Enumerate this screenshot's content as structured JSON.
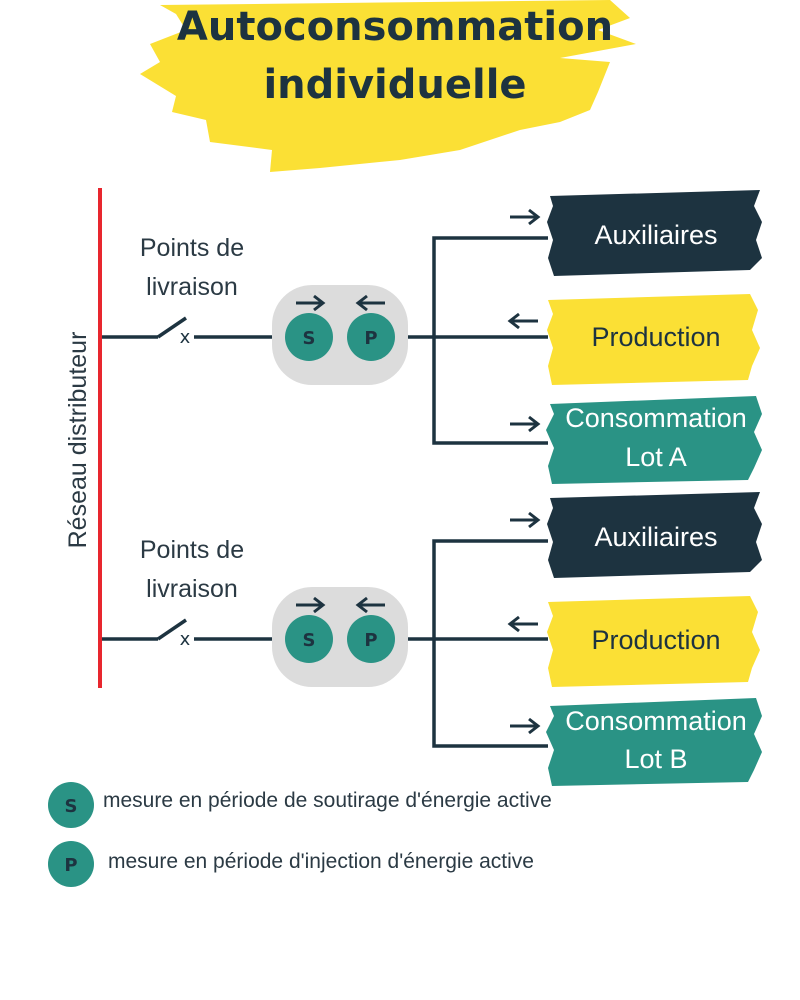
{
  "title": {
    "line1": "Autoconsommation",
    "line2": "individuelle"
  },
  "grid_label": "Réseau distributeur",
  "colors": {
    "title_brush": "#fbe035",
    "grid_line": "#e8262e",
    "wire": "#1d3340",
    "meter_bg": "#dcdcdc",
    "meter": "#2a9385",
    "navy": "#1d3340",
    "yellow": "#fbe035",
    "teal": "#2a9385"
  },
  "blocks": [
    {
      "delivery_label": {
        "line1": "Points de",
        "line2": "livraison"
      },
      "switch_mark": "x",
      "meter_s": "S",
      "meter_p": "P",
      "outputs": [
        {
          "label": {
            "line1": "Auxiliaires"
          },
          "color": "navy",
          "text_color": "#ffffff",
          "arrow": "right",
          "icon": "arrow-right-icon"
        },
        {
          "label": {
            "line1": "Production"
          },
          "color": "yellow",
          "text_color": "#1d3340",
          "arrow": "left",
          "icon": "arrow-left-icon"
        },
        {
          "label": {
            "line1": "Consommation",
            "line2": "Lot A"
          },
          "color": "teal",
          "text_color": "#ffffff",
          "arrow": "right",
          "icon": "arrow-right-icon"
        }
      ]
    },
    {
      "delivery_label": {
        "line1": "Points de",
        "line2": "livraison"
      },
      "switch_mark": "x",
      "meter_s": "S",
      "meter_p": "P",
      "outputs": [
        {
          "label": {
            "line1": "Auxiliaires"
          },
          "color": "navy",
          "text_color": "#ffffff",
          "arrow": "right",
          "icon": "arrow-right-icon"
        },
        {
          "label": {
            "line1": "Production"
          },
          "color": "yellow",
          "text_color": "#1d3340",
          "arrow": "left",
          "icon": "arrow-left-icon"
        },
        {
          "label": {
            "line1": "Consommation",
            "line2": "Lot B"
          },
          "color": "teal",
          "text_color": "#ffffff",
          "arrow": "right",
          "icon": "arrow-right-icon"
        }
      ]
    }
  ],
  "legend": [
    {
      "symbol": "S",
      "text": "mesure  en période de soutirage d'énergie active"
    },
    {
      "symbol": "P",
      "text": "mesure  en période d'injection d'énergie active"
    }
  ]
}
